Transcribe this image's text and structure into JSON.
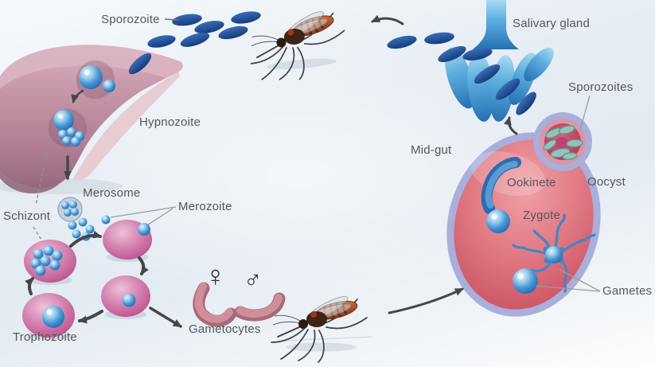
{
  "figure": {
    "subject": "Malaria parasite life cycle diagram",
    "labels": {
      "sporozoite": "Sporozoite",
      "salivary_gland": "Salivary gland",
      "sporozoites": "Sporozoites",
      "hypnozoite": "Hypnozoite",
      "mid_gut": "Mid-gut",
      "ookinete": "Ookinete",
      "oocyst": "Oocyst",
      "zygote": "Zygote",
      "gametes": "Gametes",
      "schizont": "Schizont",
      "merosome": "Merosome",
      "merozoite": "Merozoite",
      "trophozoite": "Trophozoite",
      "gametocytes": "Gametocytes"
    },
    "symbols": {
      "female": "♀",
      "male": "♂"
    },
    "colors": {
      "background": "#e9eff5",
      "label_text": "#55565a",
      "arrow": "#46464a",
      "sporozoite_navy": "#1d4d9c",
      "parasite_blue": "#2f7ab8",
      "salivary_gland_blue": "#3f8fca",
      "liver_mauve": "#bd8fa2",
      "red_blood_cell_pink": "#c25b95",
      "midgut_red": "#d96a74",
      "midgut_border_lavender": "#a9aedb",
      "oocyst_sporozoite_teal": "#97c2ba",
      "gametocyte_rose": "#c47f8d"
    }
  }
}
